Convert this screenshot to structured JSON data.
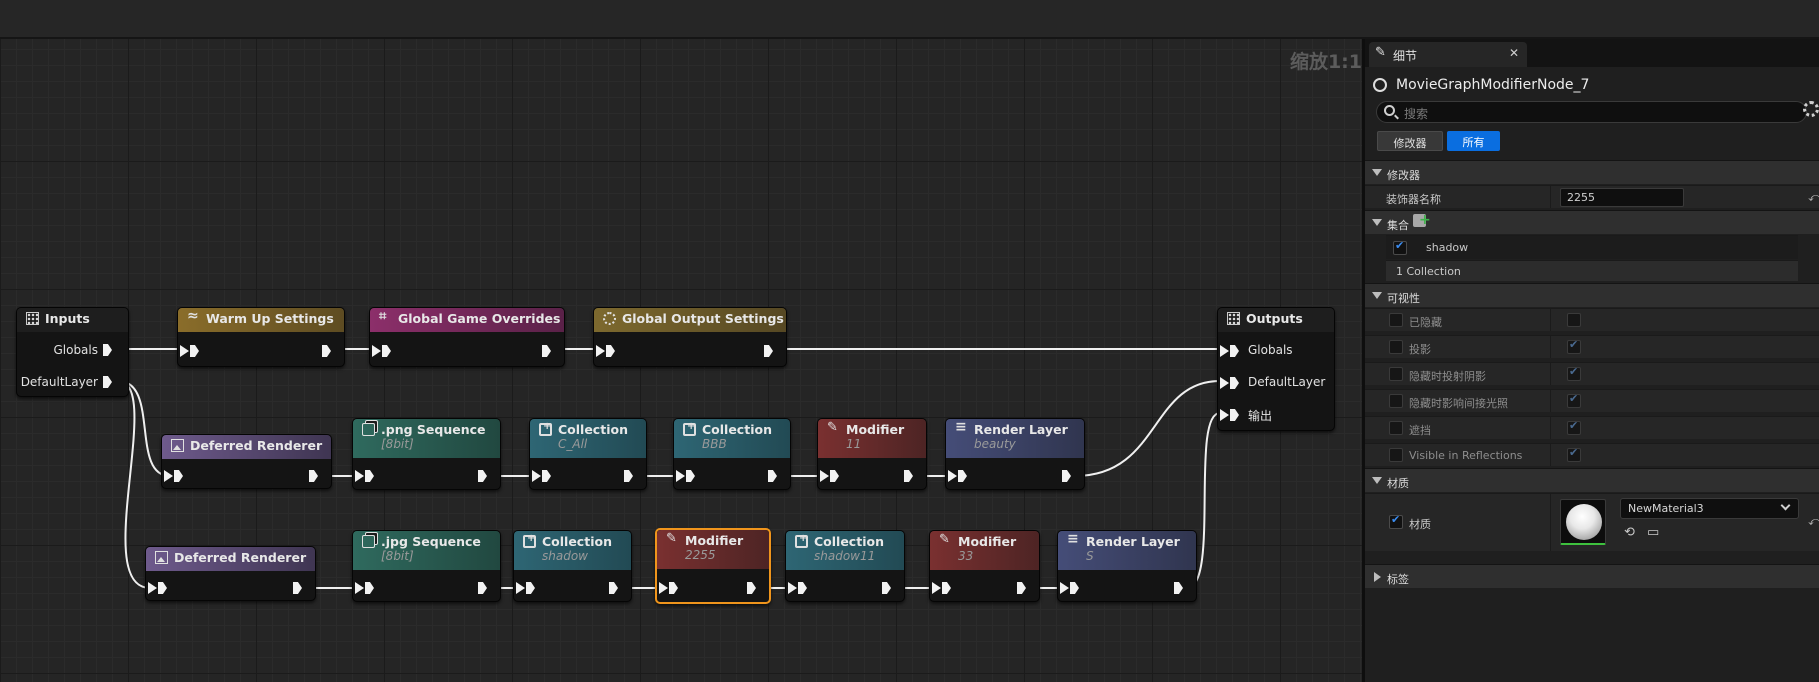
{
  "graph": {
    "zoom_label": "缩放1:1",
    "nodes": {
      "inputs": {
        "title": "Inputs",
        "pins": {
          "globals": "Globals",
          "default_layer": "DefaultLayer"
        }
      },
      "warmup": {
        "title": "Warm Up Settings"
      },
      "game_overrides": {
        "title": "Global Game Overrides"
      },
      "output_settings": {
        "title": "Global Output Settings"
      },
      "outputs": {
        "title": "Outputs",
        "pins": {
          "globals": "Globals",
          "default_layer": "DefaultLayer",
          "output": "输出"
        }
      },
      "deferred1": {
        "title": "Deferred Renderer"
      },
      "png_seq": {
        "title": ".png Sequence",
        "sub": "[8bit]"
      },
      "coll_call": {
        "title": "Collection",
        "sub": "C_All"
      },
      "coll_bbb": {
        "title": "Collection",
        "sub": "BBB"
      },
      "mod_11": {
        "title": "Modifier",
        "sub": "11"
      },
      "rl_beauty": {
        "title": "Render Layer",
        "sub": "beauty"
      },
      "deferred2": {
        "title": "Deferred Renderer"
      },
      "jpg_seq": {
        "title": ".jpg Sequence",
        "sub": "[8bit]"
      },
      "coll_shadow": {
        "title": "Collection",
        "sub": "shadow"
      },
      "mod_2255": {
        "title": "Modifier",
        "sub": "2255"
      },
      "coll_shadow11": {
        "title": "Collection",
        "sub": "shadow11"
      },
      "mod_33": {
        "title": "Modifier",
        "sub": "33"
      },
      "rl_s": {
        "title": "Render Layer",
        "sub": "S"
      }
    }
  },
  "details": {
    "tab_label": "细节",
    "object_name": "MovieGraphModifierNode_7",
    "search_placeholder": "搜索",
    "filter_buttons": {
      "modifier": "修改器",
      "all": "所有"
    },
    "sections": {
      "modifier": {
        "title": "修改器",
        "name_label": "装饰器名称",
        "name_value": "2255"
      },
      "collections": {
        "title": "集合",
        "item": "shadow",
        "summary": "1 Collection"
      },
      "visibility": {
        "title": "可视性",
        "rows": [
          {
            "label": "已隐藏",
            "checked": false
          },
          {
            "label": "投影",
            "checked": true
          },
          {
            "label": "隐藏时投射阴影",
            "checked": true
          },
          {
            "label": "隐藏时影响间接光照",
            "checked": true
          },
          {
            "label": "遮挡",
            "checked": true
          },
          {
            "label": "Visible in Reflections",
            "checked": true
          }
        ]
      },
      "materials": {
        "title": "材质",
        "label": "材质",
        "value": "NewMaterial3"
      },
      "tags": {
        "title": "标签"
      }
    }
  },
  "colors": {
    "accent_blue": "#0a6ee0",
    "selection_orange": "#f0951c",
    "warmup_header": "#7a6227",
    "game_overrides_header": "#7a2a5e",
    "output_settings_header": "#6e5b2a",
    "renderer_header": "#5a4a75",
    "sequence_header": "#2b5b52",
    "collection_header": "#2b5a66",
    "modifier_header": "#6a2d2d",
    "render_layer_header": "#3d4468"
  }
}
